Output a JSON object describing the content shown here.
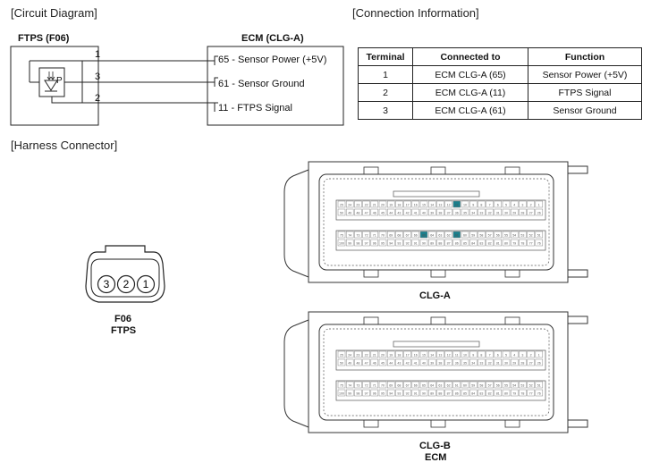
{
  "headings": {
    "circuit": "[Circuit Diagram]",
    "connection": "[Connection Information]",
    "harness": "[Harness Connector]"
  },
  "circuit": {
    "ftps_title": "FTPS (F06)",
    "ecm_title": "ECM (CLG-A)",
    "sensor_letter": "P",
    "pins_left": [
      "1",
      "3",
      "2"
    ],
    "ecm_lines": [
      "65 - Sensor Power (+5V)",
      "61 - Sensor Ground",
      "11 - FTPS Signal"
    ]
  },
  "table": {
    "headers": [
      "Terminal",
      "Connected to",
      "Function"
    ],
    "rows": [
      [
        "1",
        "ECM CLG-A (65)",
        "Sensor Power (+5V)"
      ],
      [
        "2",
        "ECM CLG-A (11)",
        "FTPS Signal"
      ],
      [
        "3",
        "ECM CLG-A (61)",
        "Sensor Ground"
      ]
    ]
  },
  "harness": {
    "f06_pins": [
      "3",
      "2",
      "1"
    ],
    "f06_label": "F06",
    "f06_sub": "FTPS",
    "clga_label": "CLG-A",
    "clgb_label": "CLG-B",
    "clgb_sub": "ECM",
    "clga_rows": [
      [
        "25",
        "24",
        "23",
        "22",
        "21",
        "20",
        "19",
        "18",
        "17",
        "16",
        "15",
        "14",
        "13",
        "12",
        "11",
        "10",
        "9",
        "8",
        "7",
        "6",
        "5",
        "4",
        "3",
        "2",
        "1"
      ],
      [
        "50",
        "49",
        "48",
        "47",
        "46",
        "45",
        "44",
        "43",
        "42",
        "41",
        "40",
        "39",
        "38",
        "37",
        "36",
        "35",
        "34",
        "33",
        "32",
        "31",
        "30",
        "29",
        "28",
        "27",
        "26"
      ],
      [
        "75",
        "74",
        "73",
        "72",
        "71",
        "70",
        "69",
        "68",
        "67",
        "66",
        "65",
        "64",
        "63",
        "62",
        "61",
        "60",
        "59",
        "58",
        "57",
        "56",
        "55",
        "54",
        "53",
        "52",
        "51"
      ],
      [
        "100",
        "99",
        "98",
        "97",
        "96",
        "95",
        "94",
        "93",
        "92",
        "91",
        "90",
        "89",
        "88",
        "87",
        "86",
        "85",
        "84",
        "83",
        "82",
        "81",
        "80",
        "79",
        "78",
        "77",
        "76"
      ]
    ],
    "clga_highlight": [
      "11",
      "65",
      "61"
    ],
    "highlight_color": "#1a7f8c"
  }
}
